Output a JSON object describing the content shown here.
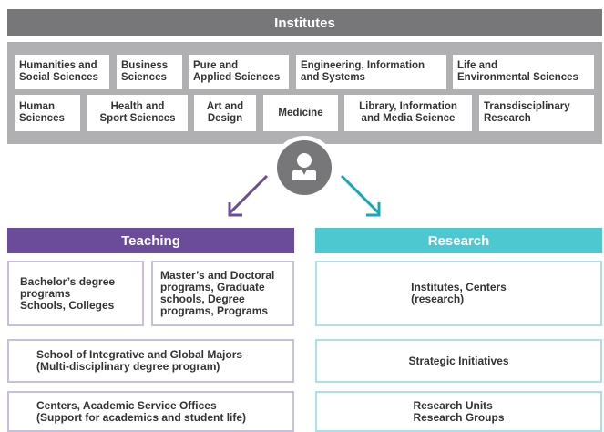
{
  "colors": {
    "institutes_header": "#77777a",
    "institutes_panel": "#b0b0b2",
    "teaching": "#6b4c9a",
    "teaching_border": "#c8bfdc",
    "research": "#4ec8d0",
    "research_border": "#a9e2e6"
  },
  "institutes": {
    "title": "Institutes",
    "row1": [
      "Humanities and\nSocial Sciences",
      "Business\nSciences",
      "Pure and\nApplied Sciences",
      "Engineering, Information\nand Systems",
      "Life and\nEnvironmental Sciences"
    ],
    "row2": [
      "Human\nSciences",
      "Health and\nSport Sciences",
      "Art and\nDesign",
      "Medicine",
      "Library, Information\nand Media Science",
      "Transdisciplinary\nResearch"
    ]
  },
  "center_icon": "person-icon",
  "teaching": {
    "title": "Teaching",
    "boxes": [
      "Bachelor’s degree\nprograms\nSchools, Colleges",
      "Master’s and Doctoral\nprograms, Graduate\nschools, Degree\nprograms, Programs",
      "School of Integrative and Global Majors\n(Multi-disciplinary degree program)",
      "Centers, Academic Service Offices\n(Support for academics and student life)"
    ]
  },
  "research": {
    "title": "Research",
    "boxes": [
      "Institutes, Centers\n(research)",
      "Strategic Initiatives",
      "Research Units\nResearch Groups"
    ]
  }
}
